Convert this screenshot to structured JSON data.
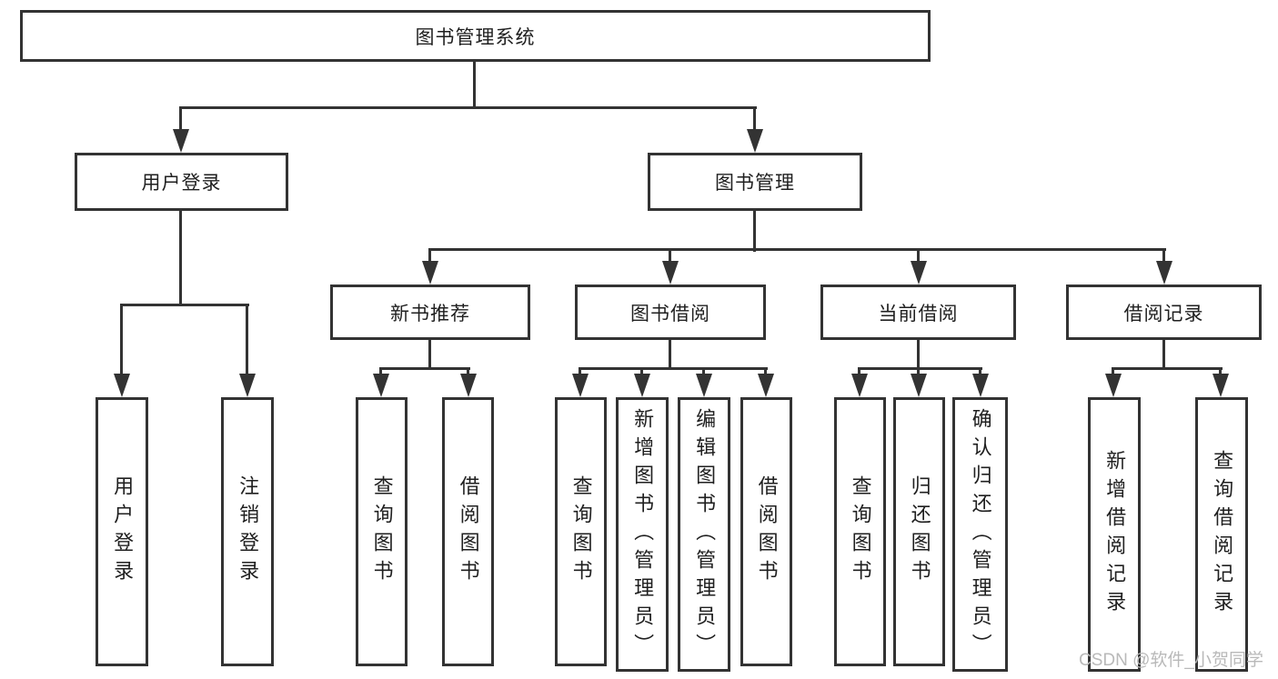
{
  "diagram": {
    "type": "tree",
    "root": {
      "label": "图书管理系统"
    },
    "branches": [
      {
        "label": "用户登录",
        "children": [
          {
            "label": "用户登录"
          },
          {
            "label": "注销登录"
          }
        ]
      },
      {
        "label": "图书管理",
        "children": [
          {
            "label": "新书推荐",
            "children": [
              {
                "label": "查询图书"
              },
              {
                "label": "借阅图书"
              }
            ]
          },
          {
            "label": "图书借阅",
            "children": [
              {
                "label": "查询图书"
              },
              {
                "label": "新增图书（管理员）"
              },
              {
                "label": "编辑图书（管理员）"
              },
              {
                "label": "借阅图书"
              }
            ]
          },
          {
            "label": "当前借阅",
            "children": [
              {
                "label": "查询图书"
              },
              {
                "label": "归还图书"
              },
              {
                "label": "确认归还（管理员）"
              }
            ]
          },
          {
            "label": "借阅记录",
            "children": [
              {
                "label": "新增借阅记录"
              },
              {
                "label": "查询借阅记录"
              }
            ]
          }
        ]
      }
    ]
  },
  "watermark": {
    "text": "CSDN @软件_小贺同学"
  },
  "colors": {
    "line": "#333333",
    "text": "#1f1f1f",
    "watermark": "#b9b9b9",
    "background": "#ffffff"
  }
}
